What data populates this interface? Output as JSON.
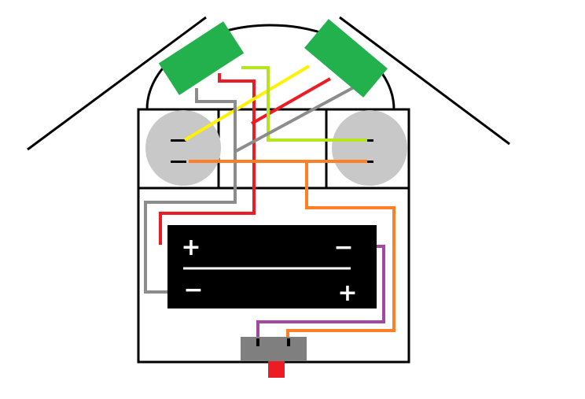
{
  "battery_pack": {
    "top_row": {
      "left_sign": "+",
      "right_sign": "−"
    },
    "bottom_row": {
      "left_sign": "−",
      "right_sign": "+"
    }
  },
  "colors": {
    "outline": "#000000",
    "motor": "#c8c8c8",
    "sensor": "#22b14c",
    "battery": "#000000",
    "switch_body": "#7f7f7f",
    "switch_lever": "#ed1c24",
    "wire_red": "#ed1c24",
    "wire_yellow": "#fff200",
    "wire_lime": "#b5e61d",
    "wire_gray": "#8c8c8c",
    "wire_orange": "#ff7f27",
    "wire_purple": "#a349a4"
  },
  "components": [
    "chassis",
    "left-motor",
    "right-motor",
    "left-sensor",
    "right-sensor",
    "battery-pack",
    "power-switch"
  ],
  "wires": [
    "red",
    "yellow",
    "lime",
    "gray",
    "orange",
    "purple"
  ]
}
